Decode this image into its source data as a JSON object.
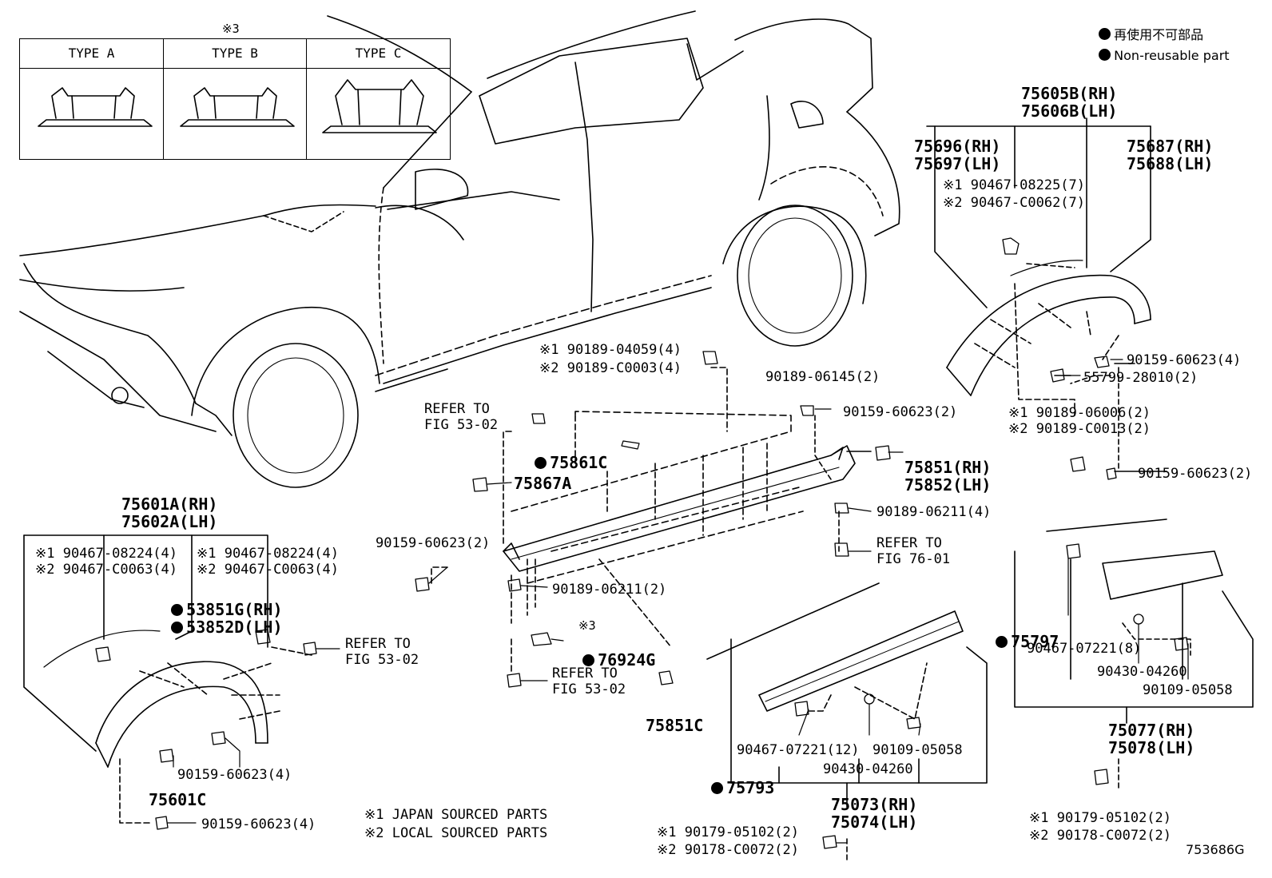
{
  "legend": {
    "dot_jp": "再使用不可部品",
    "dot_en": "Non-reusable part"
  },
  "type_table": {
    "note": "※3",
    "types": [
      "TYPE A",
      "TYPE B",
      "TYPE C"
    ]
  },
  "labels": {
    "p75605b": "75605B(RH)",
    "p75606b": "75606B(LH)",
    "p75696": "75696(RH)",
    "p75697": "75697(LH)",
    "p75687": "75687(RH)",
    "p75688": "75688(LH)",
    "p08225": "※1 90467-08225(7)",
    "pC0062": "※2 90467-C0062(7)",
    "p60623_4a": "90159-60623(4)",
    "p55799": "55799-28010(2)",
    "p06006": "※1 90189-06006(2)",
    "pC0013": "※2 90189-C0013(2)",
    "p60623_2a": "90159-60623(2)",
    "p04059": "※1 90189-04059(4)",
    "pC0003": "※2 90189-C0003(4)",
    "p06145": "90189-06145(2)",
    "p60623_2b": "90159-60623(2)",
    "refer1a": "REFER TO",
    "refer1b": "FIG 53-02",
    "p75861c": "75861C",
    "p75867a": "75867A",
    "p75851": "75851(RH)",
    "p75852": "75852(LH)",
    "p06211_4": "90189-06211(4)",
    "refer2a": "REFER TO",
    "refer2b": "FIG 76-01",
    "p60623_2c": "90159-60623(2)",
    "p06211_2": "90189-06211(2)",
    "note3": "※3",
    "p76924g": "76924G",
    "refer3a": "REFER TO",
    "refer3b": "FIG 53-02",
    "p75851c": "75851C",
    "p75601a": "75601A(RH)",
    "p75602a": "75602A(LH)",
    "p08224a": "※1 90467-08224(4)",
    "pC0063a": "※2 90467-C0063(4)",
    "p08224b": "※1 90467-08224(4)",
    "pC0063b": "※2 90467-C0063(4)",
    "p53851g": "53851G(RH)",
    "p53852d": "53852D(LH)",
    "refer4a": "REFER TO",
    "refer4b": "FIG 53-02",
    "p60623_4b": "90159-60623(4)",
    "p75601c": "75601C",
    "p60623_4c": "90159-60623(4)",
    "src1": "※1 JAPAN SOURCED PARTS",
    "src2": "※2 LOCAL SOURCED PARTS",
    "p75797": "75797",
    "p07221_8": "90467-07221(8)",
    "p04260a": "90430-04260",
    "p05058a": "90109-05058",
    "p75077": "75077(RH)",
    "p75078": "75078(LH)",
    "p07221_12": "90467-07221(12)",
    "p05058b": "90109-05058",
    "p04260b": "90430-04260",
    "p75793": "75793",
    "p75073": "75073(RH)",
    "p75074": "75074(LH)",
    "p05102a": "※1 90179-05102(2)",
    "pC0072a": "※2 90178-C0072(2)",
    "p05102b": "※1 90179-05102(2)",
    "pC0072b": "※2 90178-C0072(2)",
    "figno": "753686G"
  }
}
